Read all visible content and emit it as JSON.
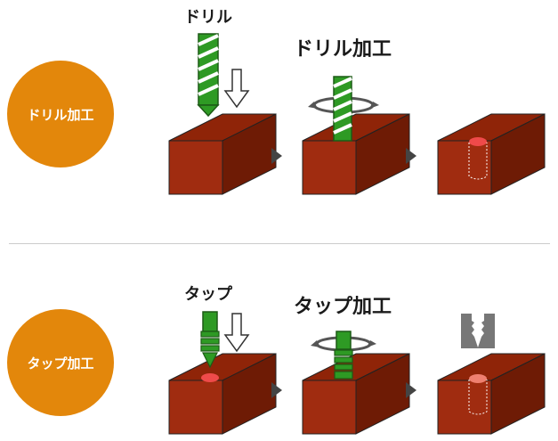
{
  "colors": {
    "accent": "#e3870b",
    "block_front": "#a02c10",
    "block_top": "#8f2408",
    "block_side": "#6e1b05",
    "tool_green": "#2e9a24",
    "hole_red": "#ef4a4a",
    "arrow_gray": "#444444",
    "tap_gray": "#777777"
  },
  "sections": [
    {
      "circle_label": "ドリル加工",
      "tool_label": "ドリル",
      "process_label": "ドリル加工"
    },
    {
      "circle_label": "タップ加工",
      "tool_label": "タップ",
      "process_label": "タップ加工"
    }
  ],
  "icons": [
    "drill-bit-icon",
    "down-arrow-icon",
    "rotation-arrow-icon",
    "tap-tool-icon",
    "next-step-arrow-icon"
  ]
}
